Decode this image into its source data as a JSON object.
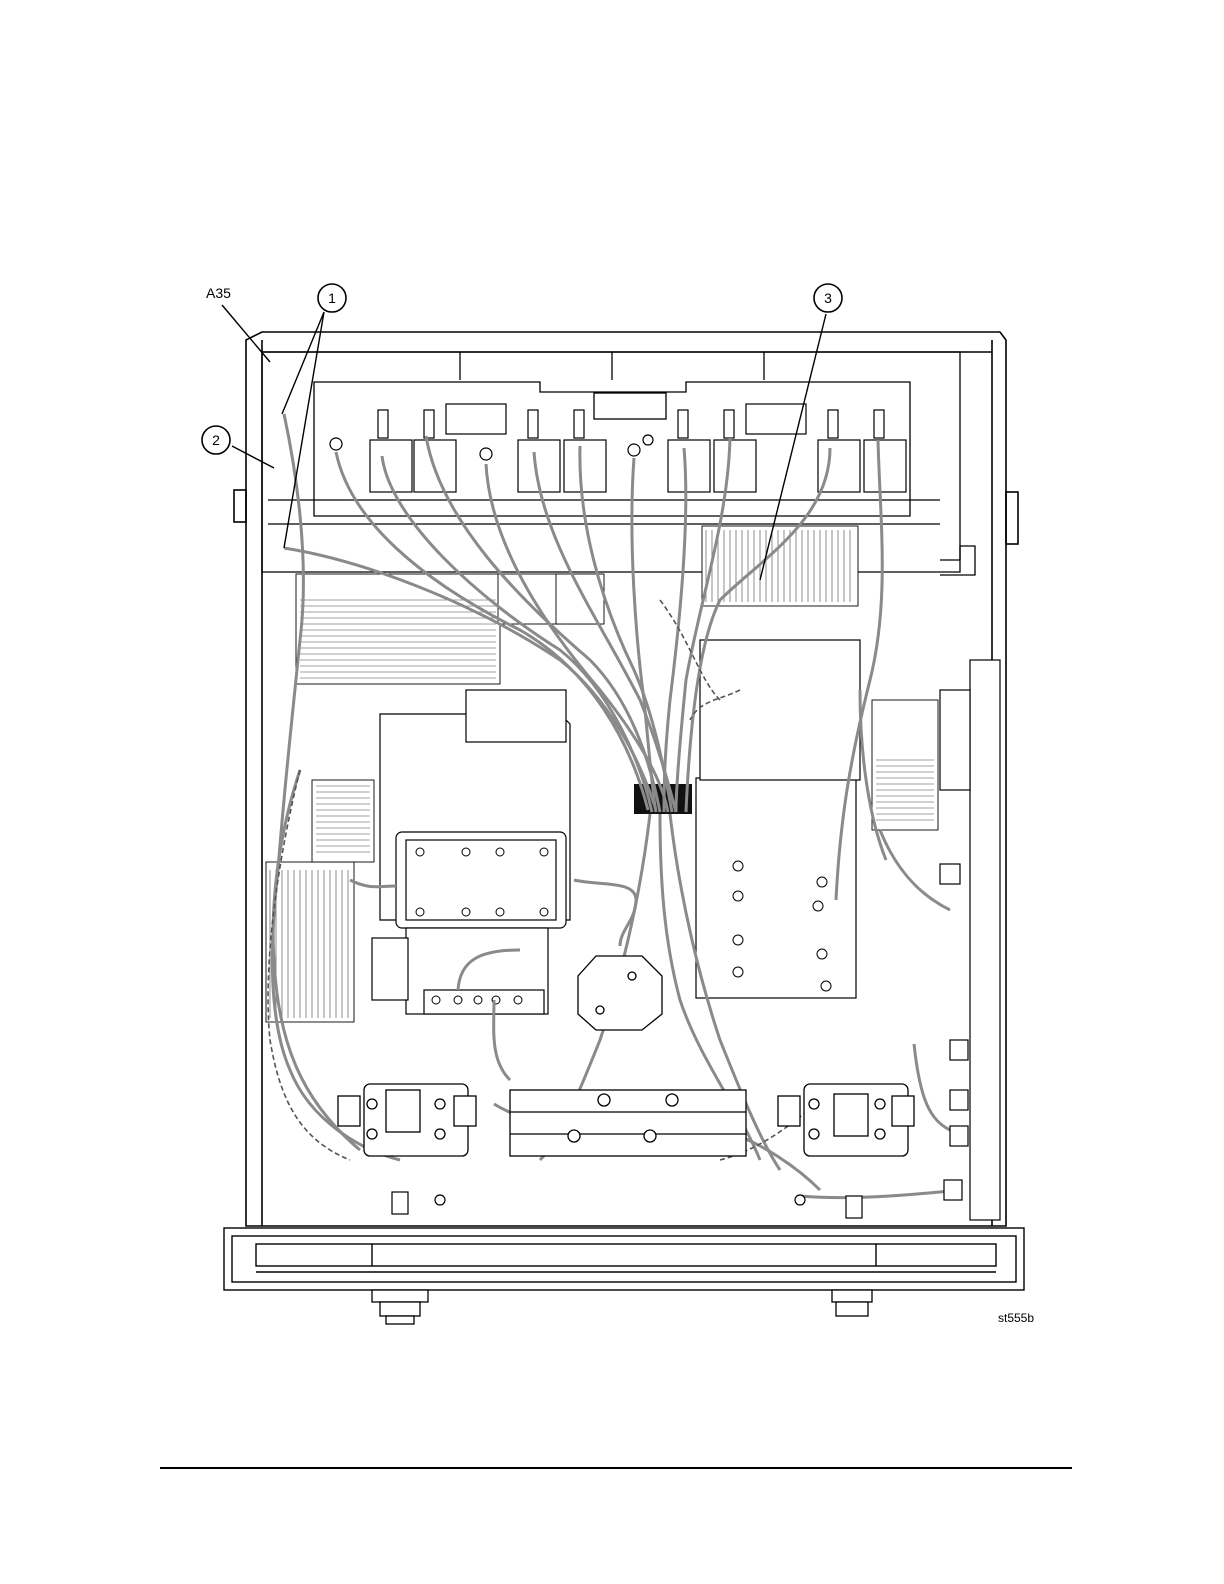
{
  "figure": {
    "id_label": "st555b",
    "labels": {
      "assembly": "A35",
      "callout_1": "1",
      "callout_2": "2",
      "callout_3": "3"
    },
    "colors": {
      "line": "#000000",
      "cable": "#8a8a8a",
      "panel_fill": "#ffffff",
      "dark_block": "#111111"
    }
  }
}
